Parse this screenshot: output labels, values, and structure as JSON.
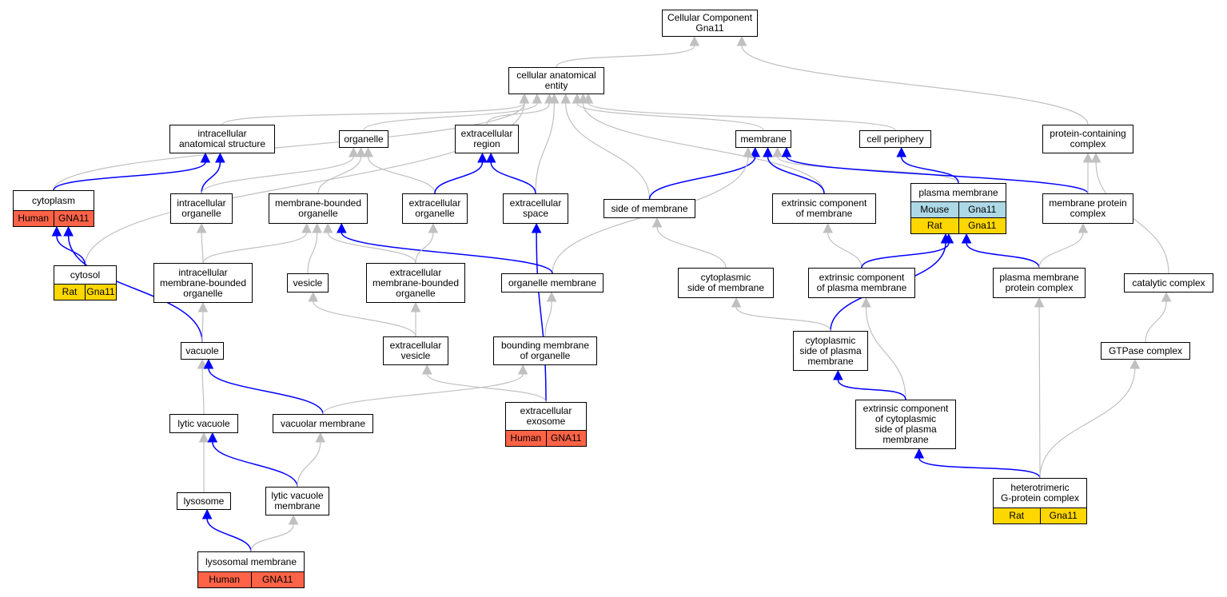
{
  "colors": {
    "gray_edge": "#c0c0c0",
    "blue_edge": "#0000ff",
    "human": "#ff6347",
    "rat": "#ffd700",
    "mouse": "#add8e6"
  },
  "nodes": {
    "cc_root": {
      "label": "Cellular Component\nGna11"
    },
    "cae": {
      "label": "cellular anatomical\nentity"
    },
    "ias": {
      "label": "intracellular\nanatomical structure"
    },
    "organelle": {
      "label": "organelle"
    },
    "extracellular_region": {
      "label": "extracellular\nregion"
    },
    "membrane": {
      "label": "membrane"
    },
    "cell_periphery": {
      "label": "cell periphery"
    },
    "protein_containing_complex": {
      "label": "protein-containing\ncomplex"
    },
    "cytoplasm": {
      "label": "cytoplasm",
      "annotations": [
        [
          "Human",
          "GNA11"
        ]
      ]
    },
    "intracellular_organelle": {
      "label": "intracellular\norganelle"
    },
    "membrane_bounded_organelle": {
      "label": "membrane-bounded\norganelle"
    },
    "extracellular_organelle": {
      "label": "extracellular\norganelle"
    },
    "extracellular_space": {
      "label": "extracellular\nspace"
    },
    "side_of_membrane": {
      "label": "side of membrane"
    },
    "extrinsic_component_of_membrane": {
      "label": "extrinsic component\nof membrane"
    },
    "plasma_membrane": {
      "label": "plasma membrane",
      "annotations": [
        [
          "Mouse",
          "Gna11"
        ],
        [
          "Rat",
          "Gna11"
        ]
      ]
    },
    "membrane_protein_complex": {
      "label": "membrane protein\ncomplex"
    },
    "cytosol": {
      "label": "cytosol",
      "annotations": [
        [
          "Rat",
          "Gna11"
        ]
      ]
    },
    "intracellular_mbo": {
      "label": "intracellular\nmembrane-bounded\norganelle"
    },
    "vesicle": {
      "label": "vesicle"
    },
    "extracellular_mbo": {
      "label": "extracellular\nmembrane-bounded\norganelle"
    },
    "organelle_membrane": {
      "label": "organelle membrane"
    },
    "cytoplasmic_side_of_membrane": {
      "label": "cytoplasmic\nside of membrane"
    },
    "extrinsic_component_of_pm": {
      "label": "extrinsic component\nof plasma membrane"
    },
    "pm_protein_complex": {
      "label": "plasma membrane\nprotein complex"
    },
    "catalytic_complex": {
      "label": "catalytic complex"
    },
    "vacuole": {
      "label": "vacuole"
    },
    "extracellular_vesicle": {
      "label": "extracellular\nvesicle"
    },
    "bounding_membrane_of_organelle": {
      "label": "bounding membrane\nof organelle"
    },
    "cytoplasmic_side_of_pm": {
      "label": "cytoplasmic\nside of plasma\nmembrane"
    },
    "gtpase_complex": {
      "label": "GTPase complex"
    },
    "lytic_vacuole": {
      "label": "lytic vacuole"
    },
    "vacuolar_membrane": {
      "label": "vacuolar membrane"
    },
    "extracellular_exosome": {
      "label": "extracellular\nexosome",
      "annotations": [
        [
          "Human",
          "GNA11"
        ]
      ]
    },
    "extrinsic_component_cytoplasmic_side_pm": {
      "label": "extrinsic component\nof cytoplasmic\nside of plasma\nmembrane"
    },
    "lysosome": {
      "label": "lysosome"
    },
    "lytic_vacuole_membrane": {
      "label": "lytic vacuole\nmembrane"
    },
    "heterotrimeric_g_protein_complex": {
      "label": "heterotrimeric\nG-protein complex",
      "annotations": [
        [
          "Rat",
          "Gna11"
        ]
      ]
    },
    "lysosomal_membrane": {
      "label": "lysosomal membrane",
      "annotations": [
        [
          "Human",
          "GNA11"
        ]
      ]
    }
  },
  "edges": [
    {
      "from": "cae",
      "to": "cc_root",
      "type": "gray"
    },
    {
      "from": "protein_containing_complex",
      "to": "cc_root",
      "type": "gray"
    },
    {
      "from": "ias",
      "to": "cae",
      "type": "gray"
    },
    {
      "from": "organelle",
      "to": "cae",
      "type": "gray"
    },
    {
      "from": "extracellular_region",
      "to": "cae",
      "type": "gray"
    },
    {
      "from": "membrane",
      "to": "cae",
      "type": "gray"
    },
    {
      "from": "cell_periphery",
      "to": "cae",
      "type": "gray"
    },
    {
      "from": "cytoplasm",
      "to": "cae",
      "type": "gray"
    },
    {
      "from": "cytosol",
      "to": "cae",
      "type": "gray"
    },
    {
      "from": "extracellular_space",
      "to": "cae",
      "type": "gray"
    },
    {
      "from": "side_of_membrane",
      "to": "cae",
      "type": "gray"
    },
    {
      "from": "extrinsic_component_of_membrane",
      "to": "cae",
      "type": "gray"
    },
    {
      "from": "cytoplasm",
      "to": "ias",
      "type": "blue"
    },
    {
      "from": "intracellular_organelle",
      "to": "ias",
      "type": "blue"
    },
    {
      "from": "intracellular_organelle",
      "to": "organelle",
      "type": "gray"
    },
    {
      "from": "membrane_bounded_organelle",
      "to": "organelle",
      "type": "gray"
    },
    {
      "from": "extracellular_organelle",
      "to": "organelle",
      "type": "gray"
    },
    {
      "from": "extracellular_organelle",
      "to": "extracellular_region",
      "type": "blue"
    },
    {
      "from": "extracellular_space",
      "to": "extracellular_region",
      "type": "blue"
    },
    {
      "from": "side_of_membrane",
      "to": "membrane",
      "type": "blue"
    },
    {
      "from": "extrinsic_component_of_membrane",
      "to": "membrane",
      "type": "blue"
    },
    {
      "from": "plasma_membrane",
      "to": "membrane",
      "type": "gray"
    },
    {
      "from": "membrane_protein_complex",
      "to": "membrane",
      "type": "blue"
    },
    {
      "from": "organelle_membrane",
      "to": "membrane",
      "type": "gray"
    },
    {
      "from": "plasma_membrane",
      "to": "cell_periphery",
      "type": "blue"
    },
    {
      "from": "membrane_protein_complex",
      "to": "protein_containing_complex",
      "type": "gray"
    },
    {
      "from": "catalytic_complex",
      "to": "protein_containing_complex",
      "type": "gray"
    },
    {
      "from": "cytosol",
      "to": "cytoplasm",
      "type": "blue"
    },
    {
      "from": "vacuole",
      "to": "cytoplasm",
      "type": "blue"
    },
    {
      "from": "intracellular_mbo",
      "to": "intracellular_organelle",
      "type": "gray"
    },
    {
      "from": "intracellular_mbo",
      "to": "membrane_bounded_organelle",
      "type": "gray"
    },
    {
      "from": "vesicle",
      "to": "membrane_bounded_organelle",
      "type": "gray"
    },
    {
      "from": "extracellular_mbo",
      "to": "membrane_bounded_organelle",
      "type": "gray"
    },
    {
      "from": "organelle_membrane",
      "to": "membrane_bounded_organelle",
      "type": "blue"
    },
    {
      "from": "extracellular_mbo",
      "to": "extracellular_organelle",
      "type": "gray"
    },
    {
      "from": "extracellular_exosome",
      "to": "extracellular_space",
      "type": "blue"
    },
    {
      "from": "cytoplasmic_side_of_membrane",
      "to": "side_of_membrane",
      "type": "gray"
    },
    {
      "from": "extrinsic_component_of_pm",
      "to": "extrinsic_component_of_membrane",
      "type": "gray"
    },
    {
      "from": "extrinsic_component_of_pm",
      "to": "plasma_membrane",
      "type": "blue"
    },
    {
      "from": "cytoplasmic_side_of_pm",
      "to": "plasma_membrane",
      "type": "blue"
    },
    {
      "from": "pm_protein_complex",
      "to": "plasma_membrane",
      "type": "blue"
    },
    {
      "from": "pm_protein_complex",
      "to": "membrane_protein_complex",
      "type": "gray"
    },
    {
      "from": "vacuole",
      "to": "intracellular_mbo",
      "type": "gray"
    },
    {
      "from": "extracellular_vesicle",
      "to": "vesicle",
      "type": "gray"
    },
    {
      "from": "extracellular_vesicle",
      "to": "extracellular_mbo",
      "type": "gray"
    },
    {
      "from": "bounding_membrane_of_organelle",
      "to": "organelle_membrane",
      "type": "gray"
    },
    {
      "from": "cytoplasmic_side_of_pm",
      "to": "cytoplasmic_side_of_membrane",
      "type": "gray"
    },
    {
      "from": "extrinsic_component_cytoplasmic_side_pm",
      "to": "extrinsic_component_of_pm",
      "type": "gray"
    },
    {
      "from": "heterotrimeric_g_protein_complex",
      "to": "pm_protein_complex",
      "type": "gray"
    },
    {
      "from": "gtpase_complex",
      "to": "catalytic_complex",
      "type": "gray"
    },
    {
      "from": "lytic_vacuole",
      "to": "vacuole",
      "type": "gray"
    },
    {
      "from": "vacuolar_membrane",
      "to": "vacuole",
      "type": "blue"
    },
    {
      "from": "extracellular_exosome",
      "to": "extracellular_vesicle",
      "type": "gray"
    },
    {
      "from": "vacuolar_membrane",
      "to": "bounding_membrane_of_organelle",
      "type": "gray"
    },
    {
      "from": "extrinsic_component_cytoplasmic_side_pm",
      "to": "cytoplasmic_side_of_pm",
      "type": "blue"
    },
    {
      "from": "heterotrimeric_g_protein_complex",
      "to": "extrinsic_component_cytoplasmic_side_pm",
      "type": "blue"
    },
    {
      "from": "heterotrimeric_g_protein_complex",
      "to": "gtpase_complex",
      "type": "gray"
    },
    {
      "from": "lysosome",
      "to": "lytic_vacuole",
      "type": "gray"
    },
    {
      "from": "lytic_vacuole_membrane",
      "to": "lytic_vacuole",
      "type": "blue"
    },
    {
      "from": "lytic_vacuole_membrane",
      "to": "vacuolar_membrane",
      "type": "gray"
    },
    {
      "from": "lysosomal_membrane",
      "to": "lysosome",
      "type": "blue"
    },
    {
      "from": "lysosomal_membrane",
      "to": "lytic_vacuole_membrane",
      "type": "gray"
    }
  ]
}
